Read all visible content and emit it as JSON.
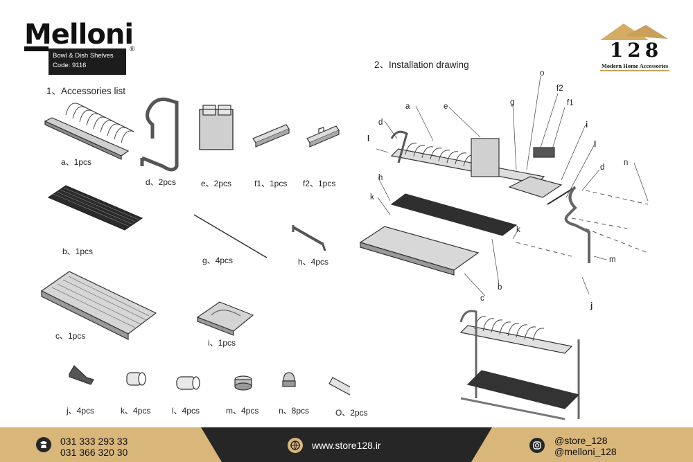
{
  "brand": {
    "name": "Melloni",
    "reg_mark": "®",
    "product": "Bowl & Dish Shelves",
    "code": "Code: 9116"
  },
  "store_logo": {
    "number": "128",
    "tagline": "Modern Home Accessories"
  },
  "sections": {
    "accessories_title": "1、Accessories list",
    "installation_title": "2、Installation drawing"
  },
  "accessories": [
    {
      "id": "a",
      "label": "a、1pcs"
    },
    {
      "id": "d",
      "label": "d、2pcs"
    },
    {
      "id": "e",
      "label": "e、2pcs"
    },
    {
      "id": "f1",
      "label": "f1、1pcs"
    },
    {
      "id": "f2",
      "label": "f2、1pcs"
    },
    {
      "id": "b",
      "label": "b、1pcs"
    },
    {
      "id": "g",
      "label": "g、4pcs"
    },
    {
      "id": "h",
      "label": "h、4pcs"
    },
    {
      "id": "c",
      "label": "c、1pcs"
    },
    {
      "id": "i",
      "label": "i、1pcs"
    },
    {
      "id": "j",
      "label": "j、4pcs"
    },
    {
      "id": "k",
      "label": "k、4pcs"
    },
    {
      "id": "l",
      "label": "l、4pcs"
    },
    {
      "id": "m",
      "label": "m、4pcs"
    },
    {
      "id": "n",
      "label": "n、8pcs"
    },
    {
      "id": "o",
      "label": "O、2pcs"
    }
  ],
  "diagram_labels": {
    "o": "o",
    "f2": "f2",
    "g": "g",
    "f1": "f1",
    "a": "a",
    "e": "e",
    "d_top": "d",
    "i": "i",
    "l_left": "l",
    "l_right": "l",
    "h": "h",
    "d_right": "d",
    "n": "n",
    "k_left": "k",
    "k_mid": "k",
    "m": "m",
    "b": "b",
    "c": "c",
    "j": "j"
  },
  "footer": {
    "phone1": "031 333 293 33",
    "phone2": "031 366 320 30",
    "website": "www.store128.ir",
    "social1": "@store_128",
    "social2": "@melloni_128",
    "phone_icon": "phone-icon",
    "web_icon": "globe-icon",
    "insta_icon": "instagram-icon"
  },
  "colors": {
    "gold": "#d9b67a",
    "dark": "#262626"
  }
}
